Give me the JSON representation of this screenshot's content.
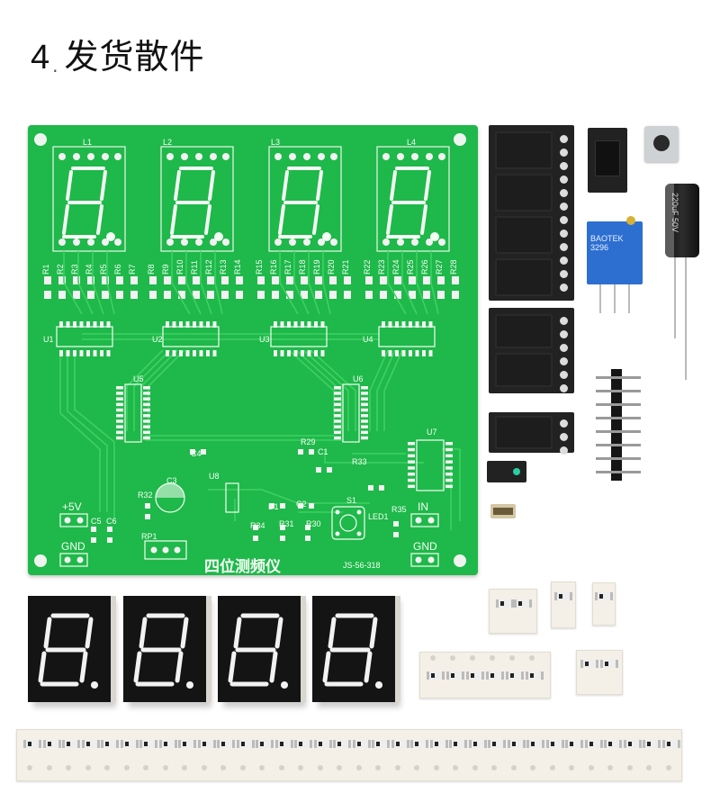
{
  "title": {
    "number": "4",
    "separator": ".",
    "text": "发货散件"
  },
  "pcb": {
    "product_label": "四位测频仪",
    "switch_label": "JS-56-318",
    "display_labels": [
      "L1",
      "L2",
      "L3",
      "L4"
    ],
    "ic_labels": [
      "U1",
      "U2",
      "U3",
      "U4",
      "U5",
      "U6",
      "U7",
      "U8"
    ],
    "resistor_labels": [
      "R1",
      "R2",
      "R3",
      "R4",
      "R5",
      "R6",
      "R7",
      "R8",
      "R9",
      "R10",
      "R11",
      "R12",
      "R13",
      "R14",
      "R15",
      "R16",
      "R17",
      "R18",
      "R19",
      "R20",
      "R21",
      "R22",
      "R23",
      "R24",
      "R25",
      "R26",
      "R27",
      "R28"
    ],
    "misc_labels": {
      "plus5v": "+5V",
      "gnd_left": "GND",
      "gnd_right": "GND",
      "in": "IN",
      "c5": "C5",
      "c6": "C6",
      "c3": "C3",
      "c4": "C4",
      "c1": "C1",
      "c2": "C2",
      "r32": "R32",
      "r29": "R29",
      "r33": "R33",
      "r34": "R34",
      "r31": "R31",
      "r30": "R30",
      "r35": "R35",
      "d1": "D1",
      "s1": "S1",
      "led1": "LED1",
      "rp1": "RP1"
    }
  },
  "parts": {
    "capacitor_text": "220uF 50V",
    "trimpot_text": "BAOTEK 3296"
  },
  "colors": {
    "pcb_green": "#1fb84a",
    "trace_green": "#3fd063",
    "silk_white": "#f4fff4",
    "segment_white": "#f2f2f2",
    "display_black": "#141414"
  }
}
